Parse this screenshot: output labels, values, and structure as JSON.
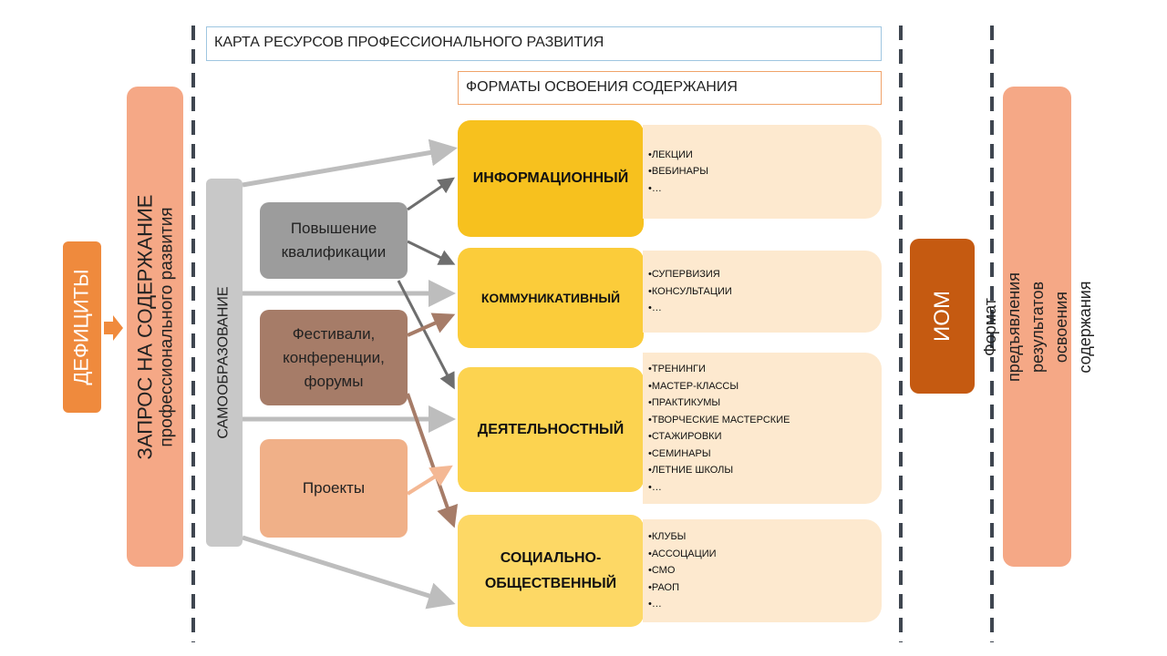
{
  "deficits": "ДЕФИЦИТЫ",
  "request": {
    "line1": "ЗАПРОС НА СОДЕРЖАНИЕ",
    "line2": "профессионального развития"
  },
  "resource_map_title": "КАРТА РЕСУРСОВ ПРОФЕССИОНАЛЬНОГО РАЗВИТИЯ",
  "formats_title": "ФОРМАТЫ ОСВОЕНИЯ СОДЕРЖАНИЯ",
  "self_education": "САМООБРАЗОВАНИЕ",
  "sources": [
    {
      "label": "Повышение квалификации",
      "color": "#9c9c9c"
    },
    {
      "label": "Фестивали, конференции, форумы",
      "color": "#a67c68"
    },
    {
      "label": "Проекты",
      "color": "#f0b088"
    }
  ],
  "formats": [
    {
      "label": "ИНФОРМАЦИОННЫЙ",
      "color": "#f7c11e",
      "items": [
        "•ЛЕКЦИИ",
        "•ВЕБИНАРЫ",
        "•…"
      ]
    },
    {
      "label": "КОММУНИКАТИВНЫЙ",
      "color": "#fbcc3a",
      "items": [
        "•СУПЕРВИЗИЯ",
        "•КОНСУЛЬТАЦИИ",
        "•…"
      ]
    },
    {
      "label": "ДЕЯТЕЛЬНОСТНЫЙ",
      "color": "#fcd350",
      "items": [
        "•ТРЕНИНГИ",
        "•МАСТЕР-КЛАССЫ",
        "•ПРАКТИКУМЫ",
        "•ТВОРЧЕСКИЕ МАСТЕРСКИЕ",
        "•СТАЖИРОВКИ",
        "•СЕМИНАРЫ",
        "•ЛЕТНИЕ ШКОЛЫ",
        "•…"
      ]
    },
    {
      "label": "СОЦИАЛЬНО-ОБЩЕСТВЕННЫЙ",
      "color": "#fdd865",
      "items": [
        "•КЛУБЫ",
        "•АССОЦАЦИИ",
        "•СМО",
        "•РАОП",
        "•…"
      ]
    }
  ],
  "iom": "ИОМ",
  "result_format": "Формат предъявления результатов освоения содержания"
}
